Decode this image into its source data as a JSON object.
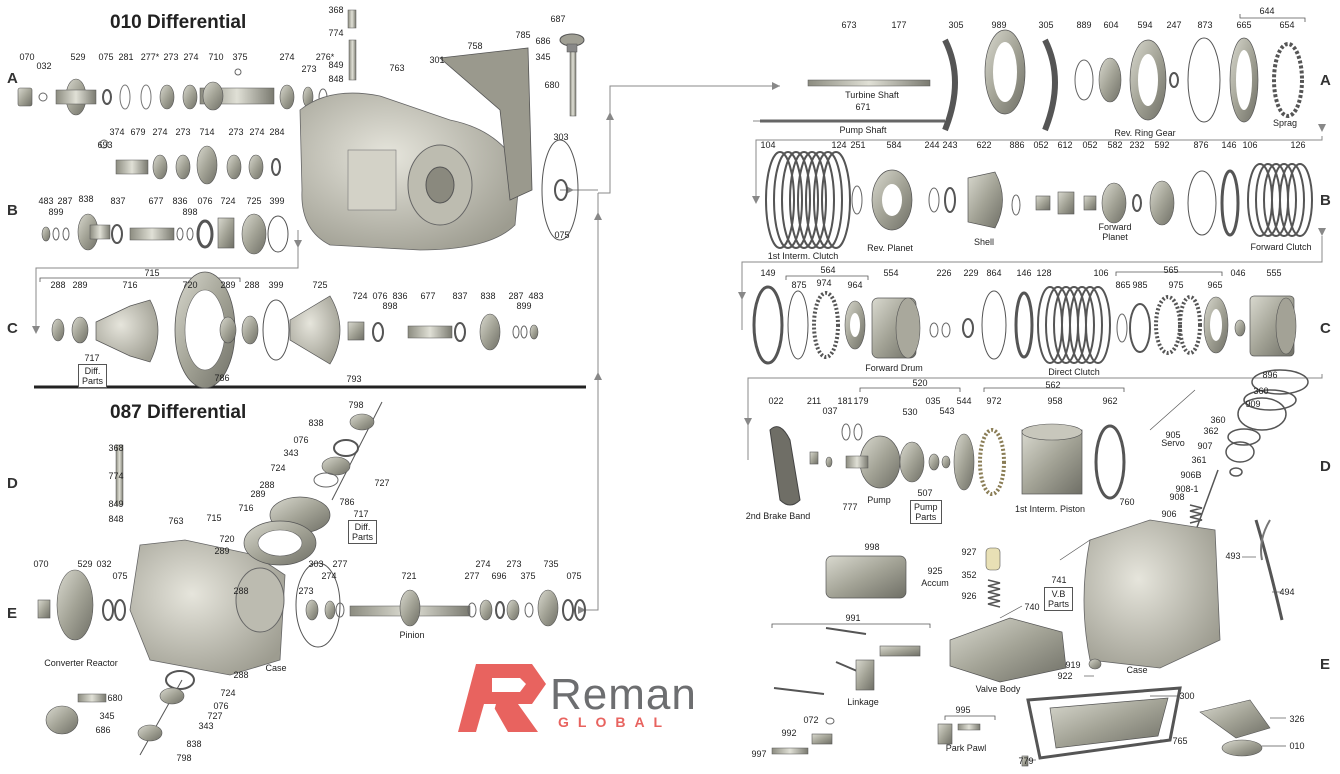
{
  "titles": {
    "t010": "010 Differential",
    "t087": "087 Differential"
  },
  "rows_left": [
    "A",
    "B",
    "C",
    "D",
    "E"
  ],
  "rows_right": [
    "A",
    "B",
    "C",
    "D",
    "E"
  ],
  "logo": {
    "word": "Reman",
    "sub": "GLOBAL",
    "accent": "#e8635f",
    "gray": "#6d6e70"
  },
  "boxes": {
    "diff1": "Diff.\nParts",
    "diff2": "Diff.\nParts",
    "pump": "Pump\nParts",
    "vb": "V.B\nParts"
  },
  "parts": {
    "n070a": "070",
    "n032a": "032",
    "n529a": "529",
    "n075a": "075",
    "n281": "281",
    "n277s": "277*",
    "n273a": "273",
    "n274a": "274",
    "n710": "710",
    "n375a": "375",
    "n274b": "274",
    "n273b": "273",
    "n276s": "276*",
    "n374": "374",
    "n693": "693",
    "n679": "679",
    "n274c": "274",
    "n273c": "273",
    "n714": "714",
    "n273d": "273",
    "n274d": "274",
    "n284": "284",
    "n368a": "368",
    "n774a": "774",
    "n849a": "849",
    "n848a": "848",
    "n763a": "763",
    "n301": "301",
    "n758": "758",
    "n785": "785",
    "n687": "687",
    "n686a": "686",
    "n345a": "345",
    "n680a": "680",
    "n303a": "303",
    "n075b": "075",
    "n483a": "483",
    "n287a": "287",
    "n899a": "899",
    "n838a": "838",
    "n837a": "837",
    "n677a": "677",
    "n836a": "836",
    "n898a": "898",
    "n076a": "076",
    "n724a": "724",
    "n725a": "725",
    "n399a": "399",
    "n715a": "715",
    "n288a": "288",
    "n289a": "289",
    "n716a": "716",
    "n720a": "720",
    "n289b": "289",
    "n288b": "288",
    "n399b": "399",
    "n725b": "725",
    "n724b": "724",
    "n076b": "076",
    "n898b": "898",
    "n836b": "836",
    "n677b": "677",
    "n837b": "837",
    "n838b": "838",
    "n287b": "287",
    "n899b": "899",
    "n483b": "483",
    "n717a": "717",
    "n786a": "786",
    "n793": "793",
    "n798a": "798",
    "n838c": "838",
    "n076c": "076",
    "n343a": "343",
    "n724c": "724",
    "n727a": "727",
    "n288c": "288",
    "n289c": "289",
    "n786b": "786",
    "n715b": "715",
    "n716b": "716",
    "n717b": "717",
    "n720b": "720",
    "n289d": "289",
    "n368b": "368",
    "n774b": "774",
    "n849b": "849",
    "n848b": "848",
    "n763b": "763",
    "n070b": "070",
    "n529b": "529",
    "n032b": "032",
    "n075c": "075",
    "n303b": "303",
    "n277a": "277",
    "n273e": "273",
    "n274e": "274",
    "n288d": "288",
    "n721": "721",
    "n277b": "277",
    "n274f": "274",
    "n696": "696",
    "n273f": "273",
    "n375b": "375",
    "n735": "735",
    "n075d": "075",
    "n680b": "680",
    "n345b": "345",
    "n686b": "686",
    "n724d": "724",
    "n076d": "076",
    "n727b": "727",
    "n343b": "343",
    "n838d": "838",
    "n798b": "798",
    "n673": "673",
    "n177": "177",
    "n671": "671",
    "n305a": "305",
    "n989": "989",
    "n305b": "305",
    "n889": "889",
    "n604": "604",
    "n594": "594",
    "n247": "247",
    "n873": "873",
    "n644": "644",
    "n665": "665",
    "n654": "654",
    "n104": "104",
    "n124": "124",
    "n251": "251",
    "n584": "584",
    "n244": "244",
    "n243": "243",
    "n622": "622",
    "n886": "886",
    "n052a": "052",
    "n612": "612",
    "n052b": "052",
    "n582": "582",
    "n232": "232",
    "n592": "592",
    "n876": "876",
    "n146a": "146",
    "n106a": "106",
    "n126": "126",
    "n149": "149",
    "n564": "564",
    "n875": "875",
    "n974": "974",
    "n964": "964",
    "n554": "554",
    "n226": "226",
    "n229": "229",
    "n864": "864",
    "n146b": "146",
    "n128": "128",
    "n106b": "106",
    "n565": "565",
    "n865": "865",
    "n985": "985",
    "n975": "975",
    "n965": "965",
    "n046": "046",
    "n555": "555",
    "n520": "520",
    "n562": "562",
    "n896": "896",
    "n360a": "360",
    "n909": "909",
    "n022": "022",
    "n211": "211",
    "n037": "037",
    "n181": "181",
    "n179": "179",
    "n530": "530",
    "n035": "035",
    "n543": "543",
    "n544": "544",
    "n972": "972",
    "n958": "958",
    "n962": "962",
    "n905": "905",
    "n360b": "360",
    "n362": "362",
    "n907": "907",
    "n361": "361",
    "n906b": "906B",
    "n908_1": "908-1",
    "n908": "908",
    "n906": "906",
    "n507": "507",
    "n777": "777",
    "n760": "760",
    "n998": "998",
    "n925": "925",
    "n927": "927",
    "n352": "352",
    "n926": "926",
    "n741": "741",
    "n493": "493",
    "n494": "494",
    "n991": "991",
    "n740": "740",
    "n919": "919",
    "n922": "922",
    "n300": "300",
    "n072": "072",
    "n992": "992",
    "n997": "997",
    "n995": "995",
    "n765": "765",
    "n326": "326",
    "n010": "010",
    "n779": "779"
  },
  "names": {
    "turbine_shaft": "Turbine Shaft",
    "pump_shaft": "Pump Shaft",
    "rev_ring_gear": "Rev. Ring Gear",
    "sprag": "Sprag",
    "first_interm_clutch": "1st Interm. Clutch",
    "rev_planet": "Rev. Planet",
    "shell": "Shell",
    "forward_planet": "Forward\nPlanet",
    "forward_clutch": "Forward Clutch",
    "forward_drum": "Forward Drum",
    "direct_clutch": "Direct Clutch",
    "second_brake_band": "2nd Brake Band",
    "pump": "Pump",
    "first_interm_piston": "1st Interm. Piston",
    "servo": "Servo",
    "accum": "Accum",
    "valve_body": "Valve Body",
    "case_r": "Case",
    "linkage": "Linkage",
    "park_pawl": "Park Pawl",
    "converter_reactor": "Converter Reactor",
    "case_l": "Case",
    "pinion": "Pinion"
  }
}
